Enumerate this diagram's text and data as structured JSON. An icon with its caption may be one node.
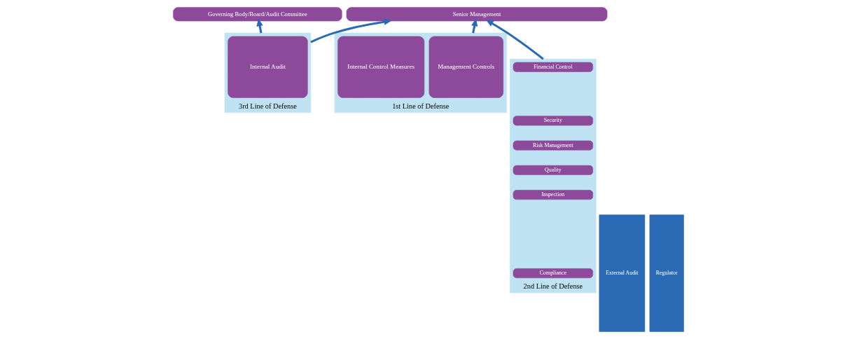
{
  "diagram": {
    "nodes": [
      {
        "text": [
          "Governing Body/Board/Audit Committee"
        ]
      },
      {
        "text": [
          "Senior Management"
        ]
      },
      {
        "text": [
          "1st Line of Defense"
        ]
      },
      {
        "text": [
          "Management Controls"
        ],
        "in": 2
      },
      {
        "text": [
          "Internal Control Measures"
        ],
        "in": 2
      },
      {
        "text": [
          "2nd Line of Defense"
        ]
      },
      {
        "text": [
          "Financial Control"
        ],
        "in": 5
      },
      {
        "text": [
          "Security"
        ],
        "in": 5
      },
      {
        "text": [
          "Risk Management"
        ],
        "in": 5
      },
      {
        "text": [
          "Quality"
        ],
        "in": 5
      },
      {
        "text": [
          "Inspection"
        ],
        "in": 5
      },
      {
        "text": [
          "Compliance"
        ],
        "in": 5
      },
      {
        "text": [
          "3rd Line of Defense"
        ]
      },
      {
        "text": [
          "Internal Audit"
        ],
        "in": 12
      },
      {
        "text": [
          "External Audit"
        ]
      },
      {
        "text": [
          "Regulator"
        ]
      }
    ],
    "edges": [
      {
        "from": 2,
        "to": 1,
        "arrow": "to"
      },
      {
        "from": 5,
        "to": 1,
        "arrow": "to"
      },
      {
        "from": 12,
        "to": 1,
        "arrow": "to"
      },
      {
        "from": 12,
        "to": 0,
        "arrow": "to"
      }
    ]
  }
}
